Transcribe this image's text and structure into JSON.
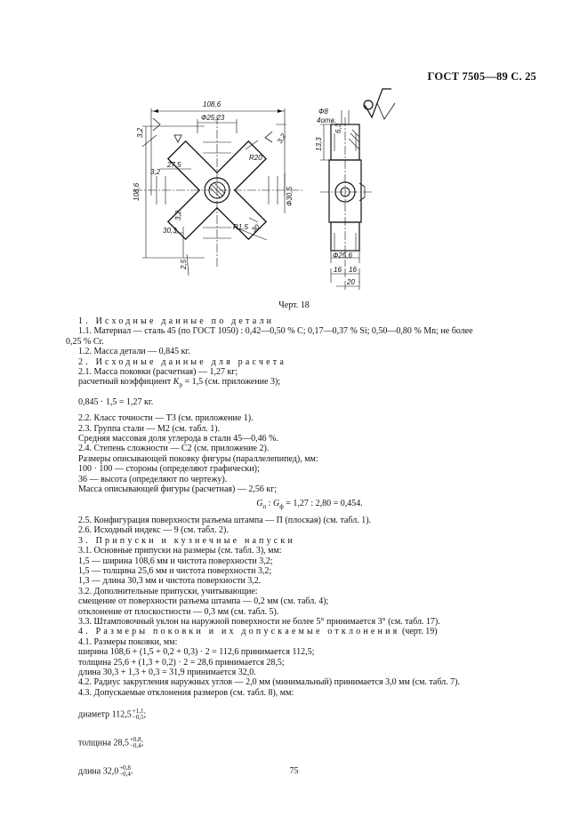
{
  "header": "ГОСТ 7505—89 С. 25",
  "drawing": {
    "dim_108_6_top": "108,6",
    "dim_phi25_23": "Ф25,23",
    "dim_3_2_a": "3,2",
    "dim_3_2_b": "3,2",
    "dim_3_2_c": "3,2",
    "dim_3_2_d": "3,2",
    "dim_r20": "R20",
    "dim_27_5": "27,5",
    "dim_108_6_left": "108,6",
    "dim_phi30_5": "Ф30,5",
    "dim_30_3": "30,3",
    "dim_r1_5": "R1,5",
    "dim_30": "30",
    "dim_2_5": "2,5",
    "dim_phi8": "Ф8",
    "dim_4holes": "4отв.",
    "dim_6_3": "6,3",
    "dim_13_3": "13,3",
    "dim_phi25_6": "Ф25,6",
    "dim_16_a": "16",
    "dim_16_b": "16",
    "dim_20": "20"
  },
  "caption": "Черт. 18",
  "lines": {
    "s1": "1. Исходные данные по детали",
    "l1_1a": "1.1. Материал — сталь 45 (по ГОСТ 1050) : 0,42—0,50 % С; 0,17—0,37 % Si; 0,50—0,80 % Mn; не более",
    "l1_1b": "0,25 % Cr.",
    "l1_2": "1.2. Масса детали — 0,845 кг.",
    "s2": "2. Исходные данные для расчета",
    "l2_1": "2.1. Масса поковки (расчетная) — 1,27 кг;",
    "l2_1b_pre": "расчетный коэффициент",
    "l2_1b_k": "K",
    "l2_1b_sub": "р",
    "l2_1b_post": "= 1,5 (см. приложение 3);",
    "l2_calc": "0,845 · 1,5 = 1,27 кг.",
    "l2_2": "2.2. Класс точности — Т3 (см. приложение 1).",
    "l2_3": "2.3. Группа стали — М2 (см. табл. 1).",
    "l2_3b": "Средняя массовая доля углерода в стали 45—0,46 %.",
    "l2_4": "2.4. Степень сложности — С2 (см. приложение 2).",
    "l2_4b": "Размеры описывающей поковку фигуры (параллелепипед), мм:",
    "l2_4c": "100 · 100 — стороны (определяют графически);",
    "l2_4d": "36 — высота (определяют по чертежу).",
    "l2_4e": "Масса описывающей фигуры (расчетная) — 2,56 кг;",
    "l2_g1": "G",
    "l2_g1s": "п",
    "l2_gmid": " : ",
    "l2_g2": "G",
    "l2_g2s": "ф",
    "l2_grest": "= 1,27 : 2,80 = 0,454.",
    "l2_5": "2.5. Конфигурация поверхности разъема штампа — П (плоская) (см. табл. 1).",
    "l2_6": "2.6. Исходный индекс — 9 (см. табл. 2).",
    "s3": "3. Припуски и кузнечные напуски",
    "l3_1": "3.1. Основные припуски на размеры (см. табл. 3), мм:",
    "l3_1a": "1,5 — ширина 108,6 мм и чистота поверхности 3,2;",
    "l3_1b": "1,5 — толщина 25,6 мм и чистота поверхности 3,2;",
    "l3_1c": "1,3 — длина 30,3 мм и чистота поверхности 3,2.",
    "l3_2": "3.2. Дополнительные припуски, учитывающие:",
    "l3_2a": "смещение от поверхности разъема штампа — 0,2 мм (см. табл. 4);",
    "l3_2b": "отклонение от плоскостности — 0,3 мм (см. табл. 5).",
    "l3_3": "3.3. Штамповочный уклон на наружной поверхности не более 5° принимается 3° (см. табл. 17).",
    "s4_text": "4. Размеры поковки и их допускаемые отклонения",
    "s4_tail": "(черт. 19)",
    "l4_1": "4.1. Размеры поковки, мм:",
    "l4_1a": "ширина 108,6 + (1,5 + 0,2 + 0,3) · 2 = 112,6 принимается 112,5;",
    "l4_1b": "толщина 25,6 + (1,3 + 0,2) · 2 = 28,6 принимается 28,5;",
    "l4_1c": "длина 30,3 + 1,3 + 0,3 = 31,9 принимается 32,0.",
    "l4_2": "4.2. Радиус закругления наружных углов — 2,0 мм (минимальный) принимается 3,0 мм (см. табл. 7).",
    "l4_3": "4.3. Допускаемые отклонения размеров (см. табл. 8), мм:"
  },
  "tolerances": [
    {
      "label": "диаметр",
      "value": "112,5",
      "upper": "+1,1",
      "lower": "−0,5",
      "end": ";"
    },
    {
      "label": "толщина",
      "value": "28,5",
      "upper": "+0,8",
      "lower": "−0,4",
      "end": ";"
    },
    {
      "label": "длина",
      "value": "32,0",
      "upper": "+0,8",
      "lower": "−0,4",
      "end": "."
    }
  ],
  "page_number": "75"
}
